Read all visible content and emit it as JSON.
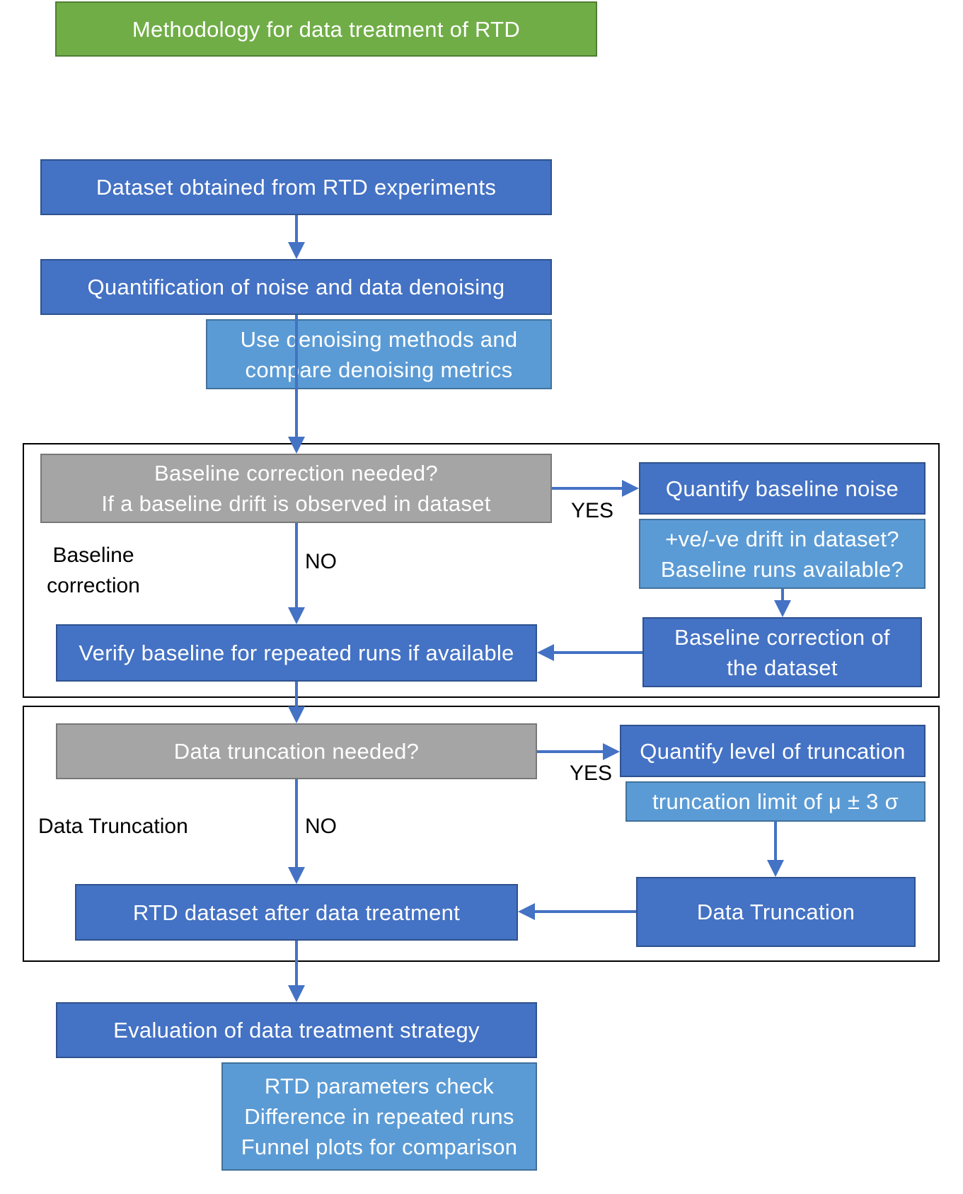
{
  "title": "Methodology for data treatment of RTD",
  "steps": {
    "dataset": "Dataset obtained from RTD experiments",
    "denoise": "Quantification of noise and data denoising",
    "denoise_note": [
      "Use denoising methods and",
      "compare denoising metrics"
    ],
    "baseline_question": [
      "Baseline correction needed?",
      "If a baseline drift is observed in dataset"
    ],
    "quantify_baseline": "Quantify baseline noise",
    "baseline_note": [
      "+ve/-ve drift in dataset?",
      "Baseline runs available?"
    ],
    "baseline_correction": [
      "Baseline correction of",
      "the dataset"
    ],
    "verify_baseline": "Verify baseline for repeated runs if available",
    "truncation_question": "Data truncation needed?",
    "quantify_truncation": "Quantify level of truncation",
    "truncation_note": "truncation limit of μ ± 3 σ",
    "data_truncation": "Data Truncation",
    "treated_dataset": "RTD dataset after data treatment",
    "evaluation": "Evaluation of data treatment strategy",
    "evaluation_note": [
      "RTD parameters check",
      "Difference in repeated runs",
      "Funnel plots for comparison"
    ]
  },
  "sections": {
    "baseline": [
      "Baseline",
      "correction"
    ],
    "truncation": "Data Truncation"
  },
  "branch_labels": {
    "yes": "YES",
    "no": "NO"
  },
  "colors": {
    "process": "#4472C4",
    "note": "#5B9BD5",
    "decision": "#A5A5A5",
    "title": "#70AD47",
    "connector": "#4472C4"
  }
}
